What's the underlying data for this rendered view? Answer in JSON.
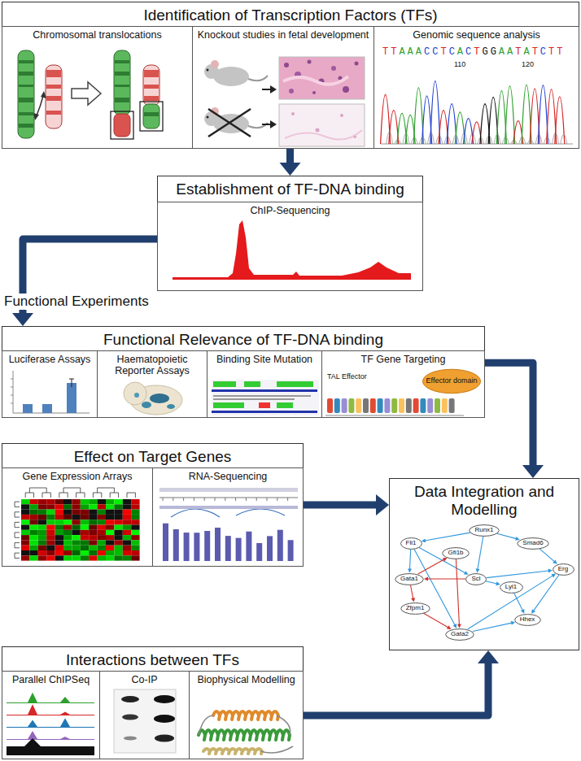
{
  "diagram": {
    "nodes": [
      {
        "text": [
          "Identification of Transcription Factors (TFs)"
        ]
      },
      {
        "text": [
          "Chromosomal translocations"
        ],
        "in": 0
      },
      {
        "text": [
          "Knockout studies in fetal development"
        ],
        "in": 0
      },
      {
        "text": [
          "Genomic sequence analysis"
        ],
        "in": 0
      },
      {
        "text": [
          "Establishment of TF-DNA binding"
        ]
      },
      {
        "text": [
          "ChIP-Sequencing"
        ],
        "in": 4
      },
      {
        "text": [
          "Functional Relevance of TF-DNA binding"
        ]
      },
      {
        "text": [
          "Luciferase Assays"
        ],
        "in": 6
      },
      {
        "text": [
          "Haematopoietic Reporter Assays"
        ],
        "in": 6
      },
      {
        "text": [
          "Binding Site Mutation"
        ],
        "in": 6
      },
      {
        "text": [
          "TF Gene Targeting"
        ],
        "in": 6
      },
      {
        "text": [
          "Effector domain"
        ],
        "in": 10
      },
      {
        "text": [
          "Effect on Target Genes"
        ]
      },
      {
        "text": [
          "Gene Expression Arrays"
        ],
        "in": 12
      },
      {
        "text": [
          "RNA-Sequencing"
        ],
        "in": 12
      },
      {
        "text": [
          "Data Integration and Modelling"
        ]
      },
      {
        "text": [
          "Runx1"
        ],
        "in": 15
      },
      {
        "text": [
          "Smad6"
        ],
        "in": 15
      },
      {
        "text": [
          "Fli1"
        ],
        "in": 15
      },
      {
        "text": [
          "Gfi1b"
        ],
        "in": 15
      },
      {
        "text": [
          "Erg"
        ],
        "in": 15
      },
      {
        "text": [
          "Gata1"
        ],
        "in": 15
      },
      {
        "text": [
          "Scl"
        ],
        "in": 15
      },
      {
        "text": [
          "Lyl1"
        ],
        "in": 15
      },
      {
        "text": [
          "Zfpm1"
        ],
        "in": 15
      },
      {
        "text": [
          "Gata2"
        ],
        "in": 15
      },
      {
        "text": [
          "Hhex"
        ],
        "in": 15
      },
      {
        "text": [
          "Interactions between TFs"
        ]
      },
      {
        "text": [
          "Parallel ChIPSeq"
        ],
        "in": 27
      },
      {
        "text": [
          "Co-IP"
        ],
        "in": 27
      },
      {
        "text": [
          "Biophysical Modelling"
        ],
        "in": 27
      }
    ],
    "edges": [
      {
        "from": 0,
        "to": 4,
        "arrow": "to"
      },
      {
        "from": 4,
        "to": 6,
        "arrow": "to",
        "label": "Functional Experiments"
      },
      {
        "from": 6,
        "to": 15,
        "arrow": "to"
      },
      {
        "from": 12,
        "to": 15,
        "arrow": "to"
      },
      {
        "from": 27,
        "to": 15,
        "arrow": "to"
      },
      {
        "from": 16,
        "to": 18,
        "arrow": "to"
      },
      {
        "from": 16,
        "to": 17,
        "arrow": "to"
      },
      {
        "from": 16,
        "to": 22,
        "arrow": "to"
      },
      {
        "from": 17,
        "to": 20,
        "arrow": "to"
      },
      {
        "from": 18,
        "to": 21,
        "arrow": "to"
      },
      {
        "from": 18,
        "to": 25,
        "arrow": "to"
      },
      {
        "from": 18,
        "to": 22,
        "arrow": "to"
      },
      {
        "from": 22,
        "to": 21,
        "arrow": "to"
      },
      {
        "from": 22,
        "to": 23,
        "arrow": "to"
      },
      {
        "from": 22,
        "to": 20,
        "arrow": "to"
      },
      {
        "from": 25,
        "to": 26,
        "arrow": "to"
      },
      {
        "from": 21,
        "to": 24,
        "arrow": "to"
      },
      {
        "from": 24,
        "to": 25,
        "arrow": "to"
      },
      {
        "from": 19,
        "to": 25,
        "arrow": "to"
      },
      {
        "from": 21,
        "to": 19,
        "arrow": "to"
      },
      {
        "from": 20,
        "to": 26,
        "arrow": "to"
      },
      {
        "from": 23,
        "to": 26,
        "arrow": "to"
      },
      {
        "from": 25,
        "to": 20,
        "arrow": "to"
      }
    ],
    "labels": [
      "TTAAACCTCACTGGAATATCTT",
      "110",
      "120",
      "TAL Effector"
    ]
  }
}
